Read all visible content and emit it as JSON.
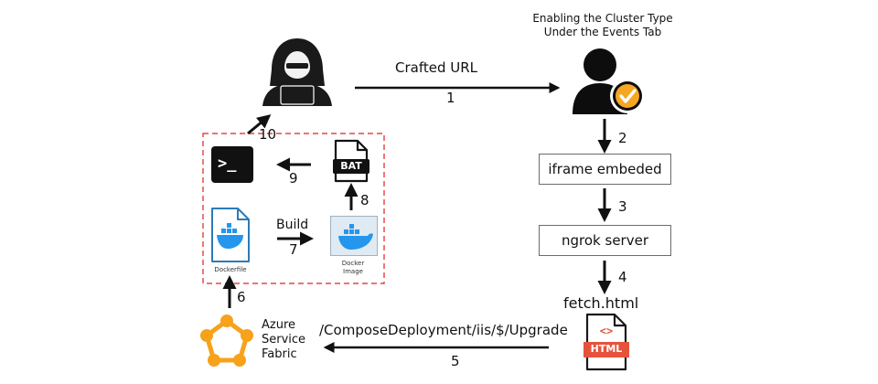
{
  "top_note": {
    "line1": "Enabling the Cluster Type",
    "line2": "Under the Events Tab"
  },
  "labels": {
    "crafted_url": "Crafted URL",
    "build": "Build",
    "compose_path": "/ComposeDeployment/iis/$/Upgrade",
    "fetch_html": "fetch.html"
  },
  "boxes": {
    "iframe": "iframe embeded",
    "ngrok": "ngrok server"
  },
  "steps": [
    "1",
    "2",
    "3",
    "4",
    "5",
    "6",
    "7",
    "8",
    "9",
    "10"
  ],
  "icons": {
    "bat_text": "BAT",
    "html_text": "HTML",
    "html_code": "<>",
    "dockerfile_caption": "Dockerfile",
    "docker_image_caption_1": "Docker",
    "docker_image_caption_2": "Image",
    "terminal_prompt": ">_"
  },
  "azure": {
    "line1": "Azure",
    "line2": "Service",
    "line3": "Fabric"
  },
  "colors": {
    "red_dashed": "#e02020",
    "check_orange": "#f5a623",
    "azure_orange": "#f7a21b",
    "html_red": "#e5533c",
    "docker_blue": "#2496ed"
  }
}
